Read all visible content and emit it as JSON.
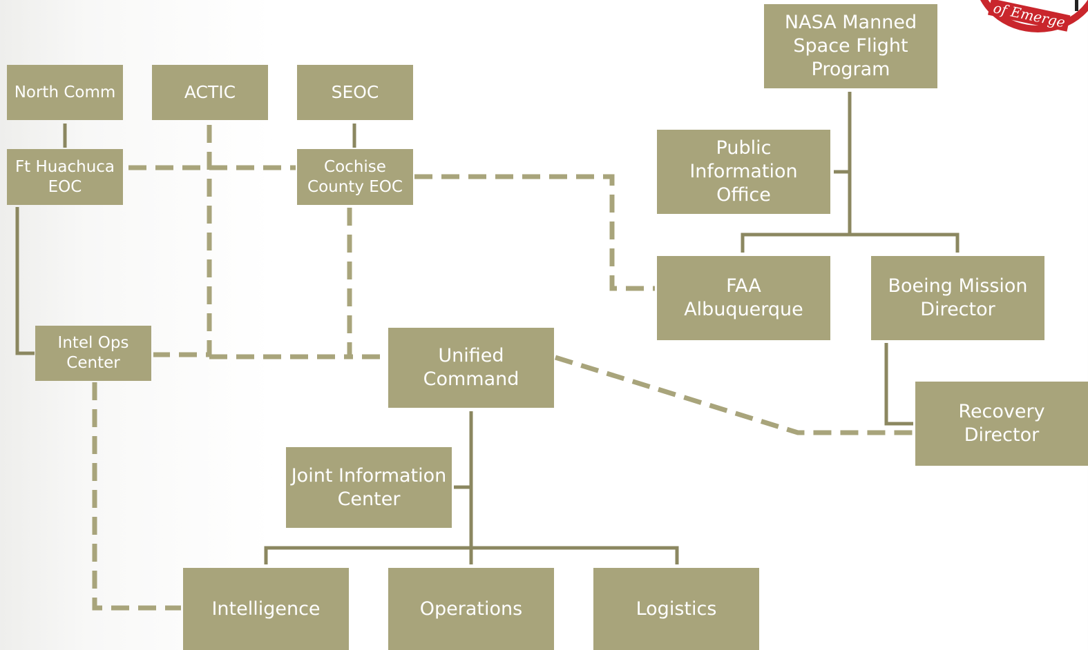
{
  "colors": {
    "box_fill": "#a8a47b",
    "line": "#8b8760",
    "dashed_line": "#a8a47b",
    "box_text": "#ffffff",
    "seal_red": "#c9262c"
  },
  "seal": {
    "text": "of Emerge"
  },
  "nodes": {
    "north_comm": "North Comm",
    "actic": "ACTIC",
    "seoc": "SEOC",
    "ft_huachuca_eoc": "Ft Huachuca\nEOC",
    "cochise_county_eoc": "Cochise\nCounty EOC",
    "nasa_program": "NASA Manned\nSpace Flight\nProgram",
    "public_information_office": "Public\nInformation\nOffice",
    "faa_albuquerque": "FAA\nAlbuquerque",
    "boeing_mission_director": "Boeing Mission\nDirector",
    "intel_ops_center": "Intel Ops\nCenter",
    "unified_command": "Unified\nCommand",
    "recovery_director": "Recovery\nDirector",
    "joint_information_center": "Joint Information\nCenter",
    "intelligence": "Intelligence",
    "operations": "Operations",
    "logistics": "Logistics"
  }
}
